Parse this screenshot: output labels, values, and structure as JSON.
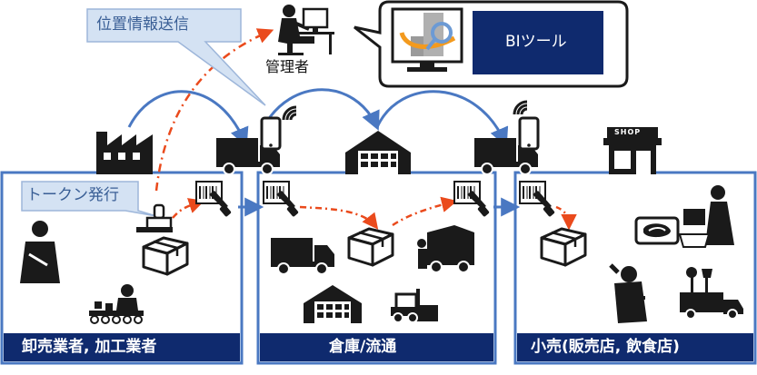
{
  "labels": {
    "location_info": "位置情報送信",
    "token_issue": "トークン発行",
    "manager": "管理者",
    "bi_tool": "BIツール",
    "shop_sign": "SHOP"
  },
  "zones": [
    {
      "id": "wholesale",
      "label": "卸売業者, 加工業者"
    },
    {
      "id": "warehouse",
      "label": "倉庫/流通"
    },
    {
      "id": "retail",
      "label": "小売(販売店, 飲食店)"
    }
  ],
  "colors": {
    "zone_border": "#4a78c2",
    "footer_bg": "#0f2a6e",
    "callout_bg": "#d4e2f3",
    "callout_border": "#9db6da",
    "callout_text": "#3a5f96",
    "arrow_blue": "#4a78c2",
    "arrow_red": "#ea4a1c",
    "icon": "#1a1a1a",
    "bi_panel": "#0f2a6e"
  },
  "icons": [
    "factory-icon",
    "truck-icon",
    "smartphone-icon",
    "wifi-icon",
    "warehouse-icon",
    "shop-icon",
    "worker-icon",
    "conveyor-worker-icon",
    "package-box-icon",
    "barcode-scanner-icon",
    "forklift-icon",
    "waiter-icon",
    "chef-icon",
    "meat-tray-icon",
    "food-truck-icon",
    "manager-at-desk-icon",
    "bi-monitor-icon",
    "token-stamp-icon"
  ]
}
